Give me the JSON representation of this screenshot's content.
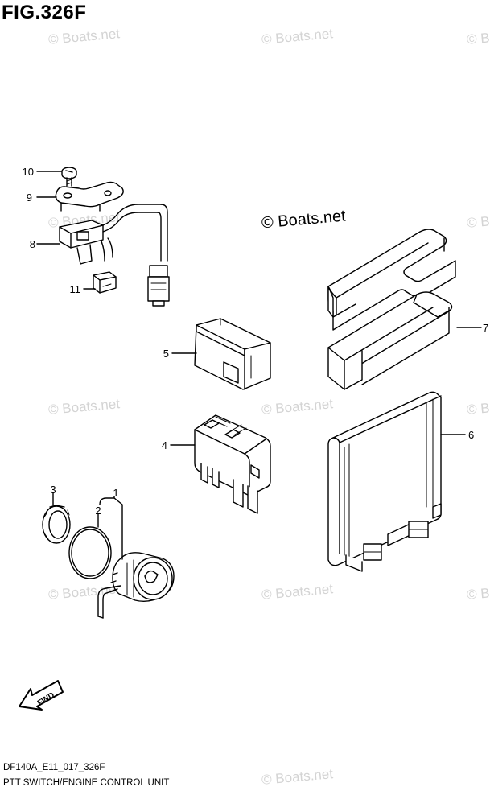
{
  "figure": {
    "title": "FIG.326F",
    "code": "DF140A_E11_017_326F",
    "caption": "PTT SWITCH/ENGINE CONTROL UNIT"
  },
  "watermark": {
    "light_text": "© Boats.net",
    "dark_text": "© Boats.net"
  },
  "callouts": [
    "1",
    "2",
    "3",
    "4",
    "5",
    "6",
    "7",
    "8",
    "9",
    "10",
    "11"
  ],
  "fwd_label": "FWD",
  "colors": {
    "line": "#000000",
    "watermark": "#d4d4d4"
  }
}
